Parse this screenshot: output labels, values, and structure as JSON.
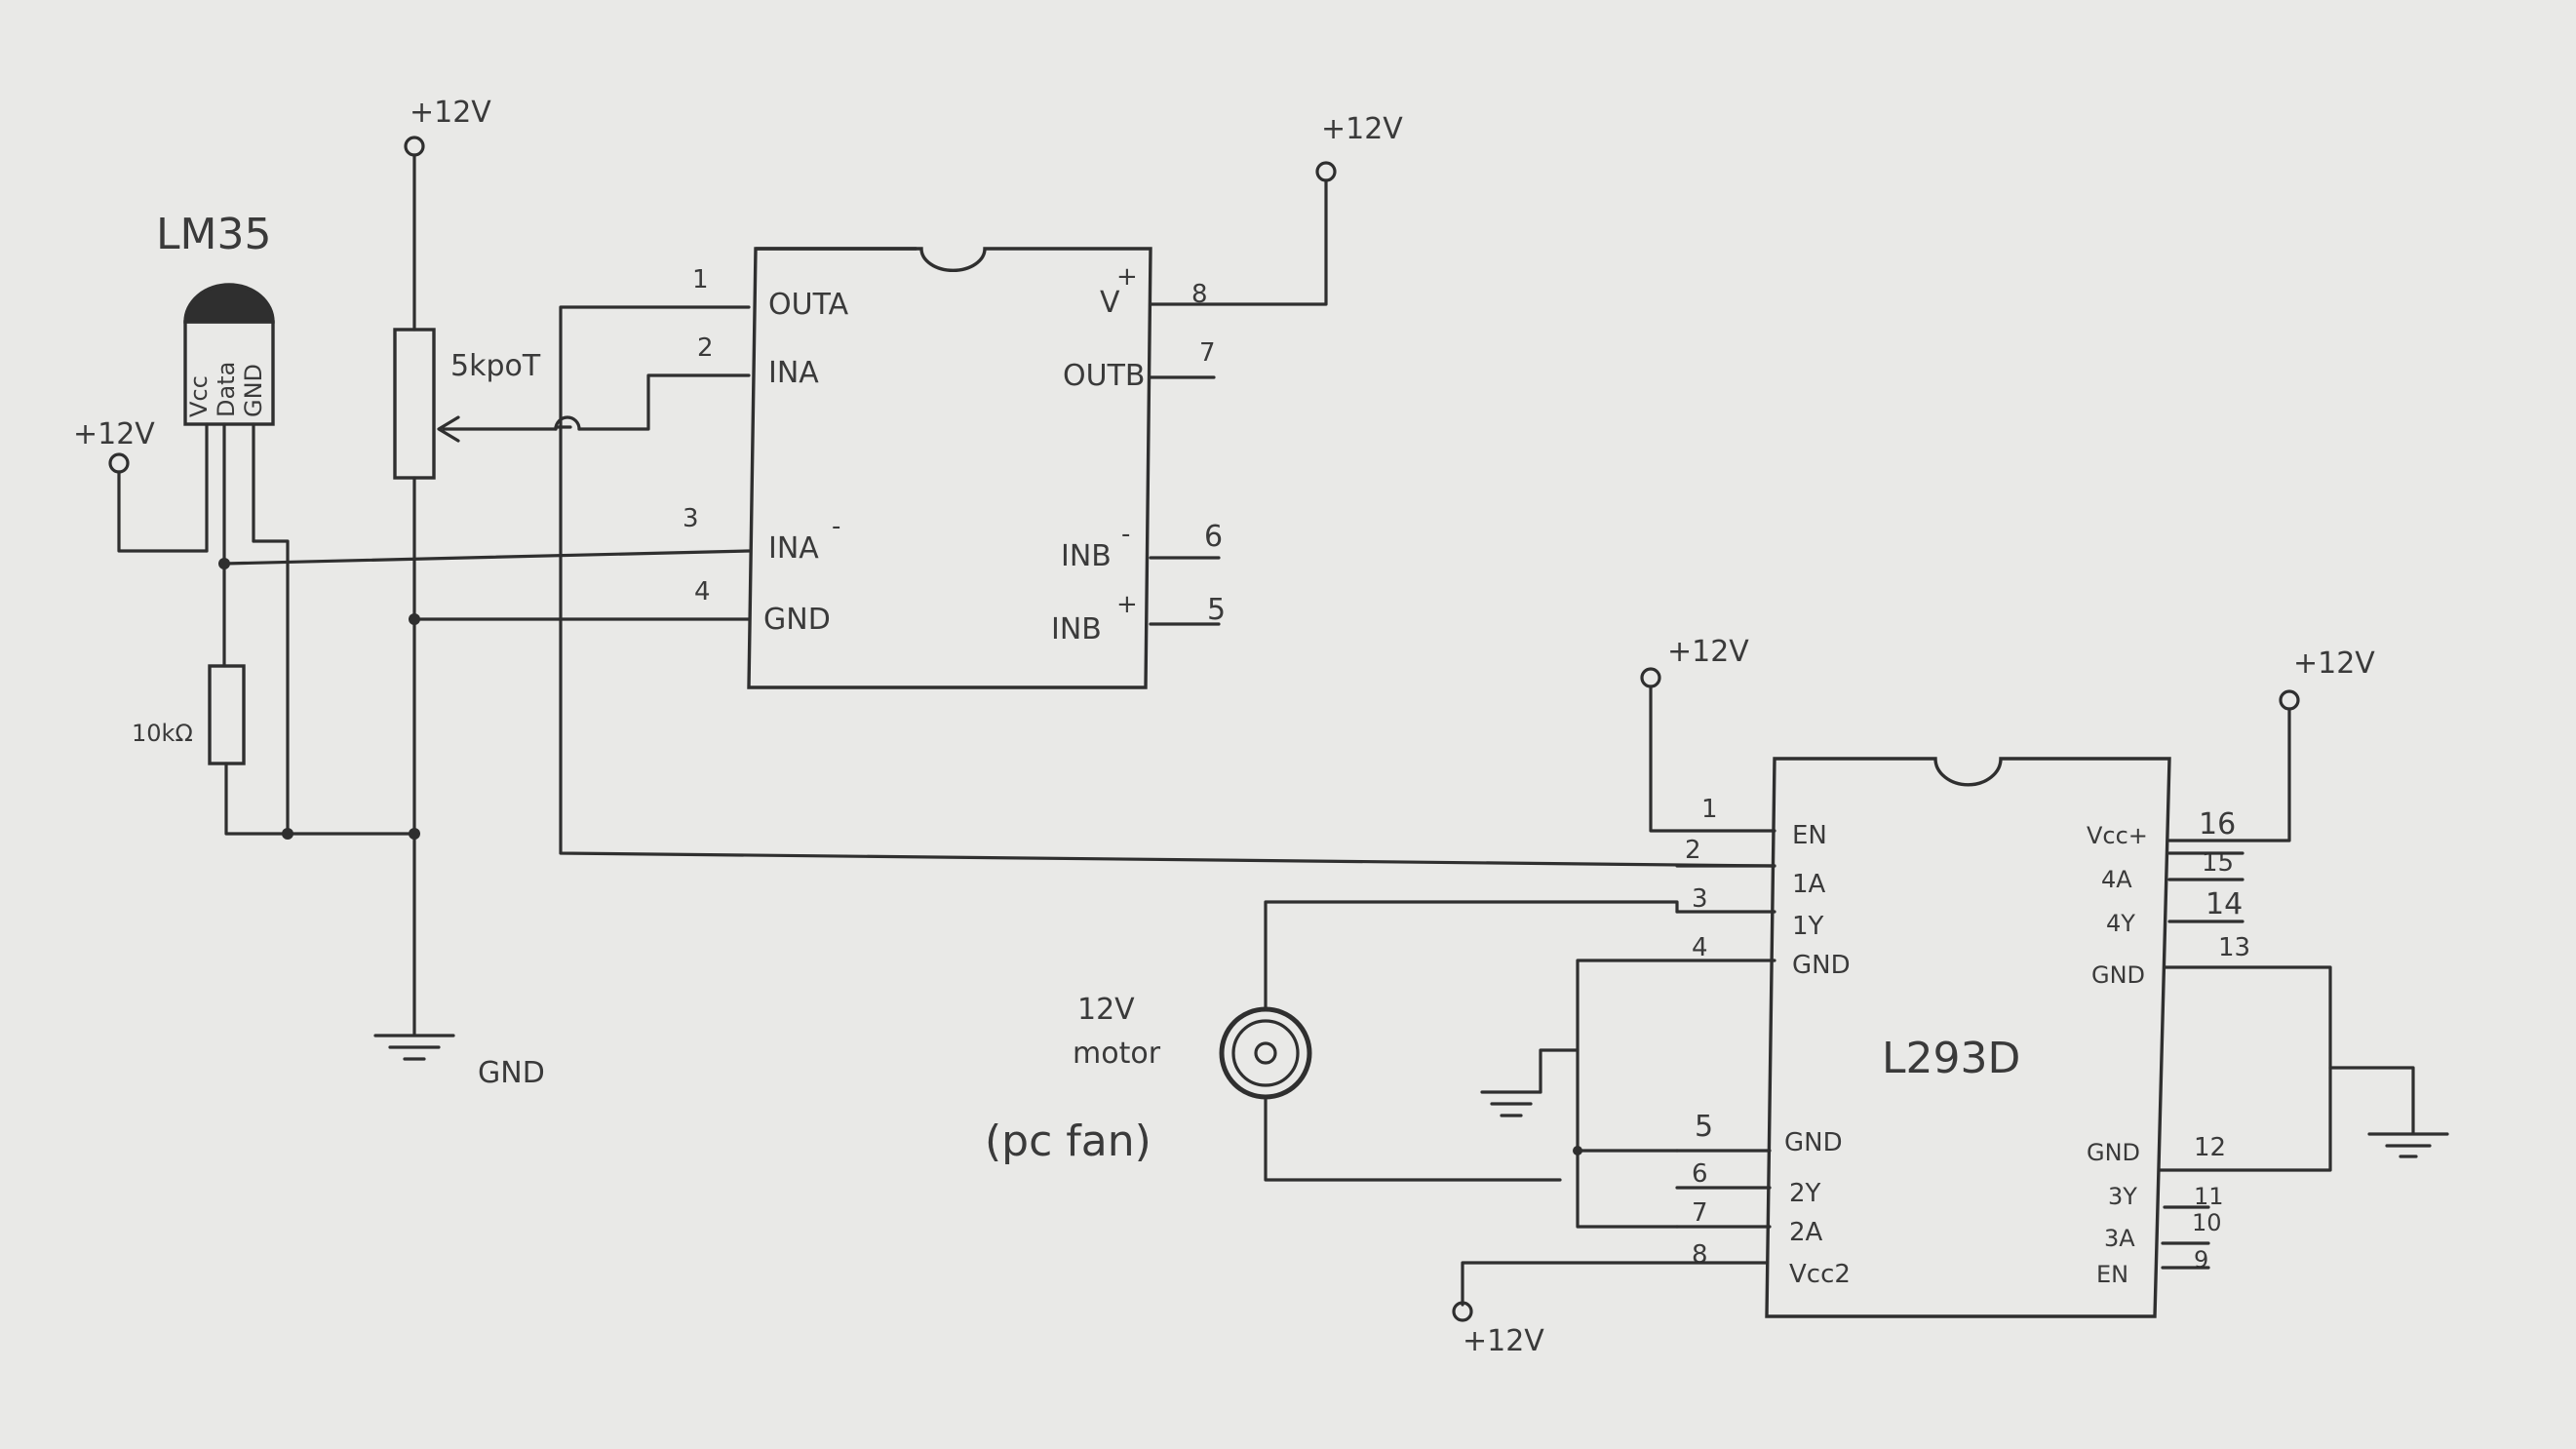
{
  "colors": {
    "paper": "#e9e9e7",
    "ink": "#2f2f2f",
    "text": "#3a3a3a"
  },
  "labels": {
    "lm35": "LM35",
    "lm35_vcc": "Vcc",
    "lm35_data": "Data",
    "lm35_gnd": "GND",
    "pot": "5kpoT",
    "resistor": "10kΩ",
    "gnd": "GND",
    "motor1": "12V",
    "motor2": "motor",
    "motor3": "(pc fan)"
  },
  "supplies": {
    "lm35": "+12V",
    "pot": "+12V",
    "opamp": "+12V",
    "l293d_left": "+12V",
    "l293d_right": "+12V",
    "l293d_bottom": "+12V"
  },
  "opamp": {
    "pins": {
      "p1": "1",
      "p2": "2",
      "p3": "3",
      "p4": "4",
      "p5": "5",
      "p6": "6",
      "p7": "7",
      "p8": "8"
    },
    "outa": "OUTA",
    "ina_neg": "INA",
    "ina_pos": "INA",
    "gnd": "GND",
    "vplus": "V",
    "outb": "OUTB",
    "inb_neg": "INB",
    "inb_pos": "INB",
    "plus": "+",
    "minus": "-"
  },
  "l293d": {
    "title": "L293D",
    "left": [
      "EN",
      "1A",
      "1Y",
      "GND",
      "GND",
      "2Y",
      "2A",
      "Vcc2"
    ],
    "left_pins": [
      "1",
      "2",
      "3",
      "4",
      "5",
      "6",
      "7",
      "8"
    ],
    "right": [
      "Vcc+",
      "4A",
      "4Y",
      "GND",
      "GND",
      "3Y",
      "3A",
      "EN"
    ],
    "right_pins": [
      "16",
      "15",
      "14",
      "13",
      "12",
      "11",
      "10",
      "9"
    ]
  }
}
